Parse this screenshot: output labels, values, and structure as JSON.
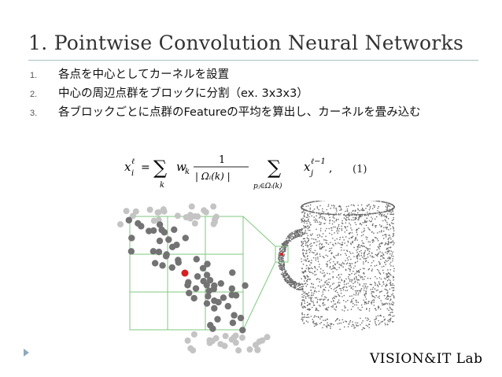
{
  "slide": {
    "title": "1. Pointwise Convolution Neural Networks",
    "items": [
      {
        "number": "1.",
        "text": "各点を中心としてカーネルを設置"
      },
      {
        "number": "2.",
        "text": "中心の周辺点群をブロックに分割（ex. 3x3x3）"
      },
      {
        "number": "3.",
        "text": "各ブロックごとに点群のFeatureの平均を算出し、カーネルを畳み込む"
      }
    ],
    "formula": {
      "lhs_x": "x",
      "lhs_sup": "ℓ",
      "lhs_sub": "i",
      "equals": "=",
      "sum": "∑",
      "sum1_index": "k",
      "w": "w",
      "w_sub": "k",
      "numerator": "1",
      "denominator": "| Ωᵢ(k) |",
      "sum2_index": "pⱼ∈Ωᵢ(k)",
      "rhs_x": "x",
      "rhs_sup": "ℓ−1",
      "rhs_sub": "j",
      "trail": ",",
      "number": "(1)"
    },
    "logo": "VISION&IT Lab",
    "colors": {
      "grid": "#7fc97f",
      "point": "#737373",
      "faded_point": "#c4c4c4",
      "center_point": "#d42020",
      "mug": "#6a6a6a",
      "rule": "#a9c0c0",
      "bullet": "#8fa8bd"
    },
    "icons": {
      "nav_arrow": "triangle-right-icon"
    }
  }
}
